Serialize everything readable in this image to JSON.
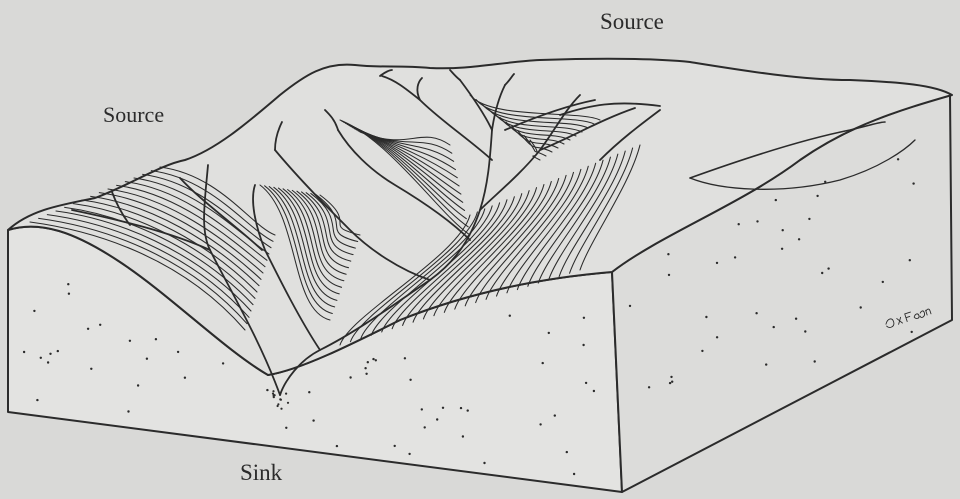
{
  "labels": {
    "source_top": "Source",
    "source_left": "Source",
    "sink": "Sink"
  },
  "signature": "©K Fagan",
  "colors": {
    "background": "#d9d9d7",
    "ink": "#2b2b2b",
    "block_face": "#e4e4e2",
    "surface": "#dededb"
  }
}
